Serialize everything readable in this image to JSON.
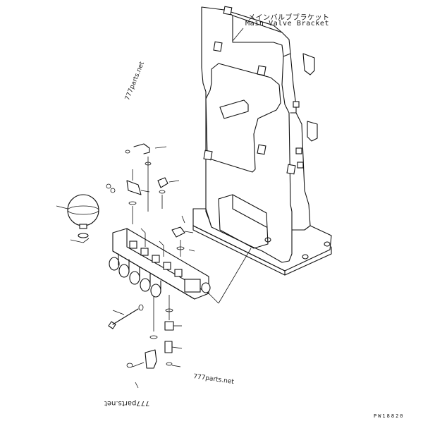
{
  "labels": {
    "bracket_jp": "メインバルブブラケット",
    "bracket_en": "Main Valve Bracket",
    "watermark_1": "777parts.net",
    "watermark_2": "777parts.net",
    "watermark_3": "777parts.net",
    "drawing_id": "PW18820"
  }
}
